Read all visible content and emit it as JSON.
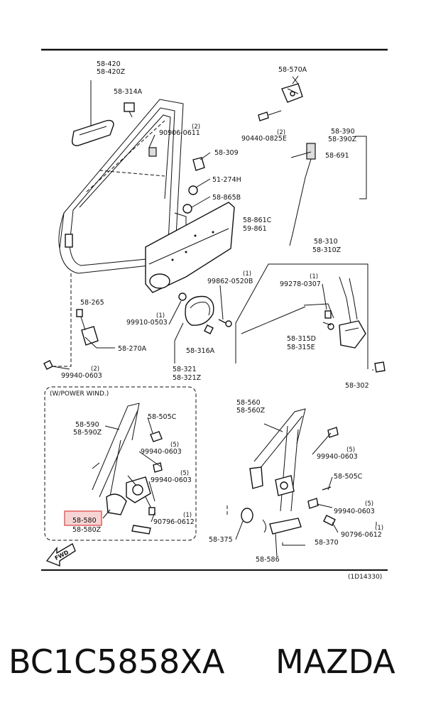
{
  "diagram": {
    "ref_code": "(1D14330)",
    "fwd_label": "FWD",
    "power_window_note": "(W/POWER WIND.)",
    "highlight_color": "#e06060",
    "labels": {
      "l_58_420": "58-420",
      "l_58_420z": "58-420Z",
      "l_58_314a": "58-314A",
      "l_58_570a": "58-570A",
      "l_90440": "90440-0825E",
      "q_90440": "(2)",
      "l_90906": "90906-0611",
      "q_90906": "(2)",
      "l_58_309": "58-309",
      "l_51_274h": "51-274H",
      "l_58_865b": "58-865B",
      "l_58_390": "58-390",
      "l_58_390z": "58-390Z",
      "l_58_691": "58-691",
      "l_58_861c": "58-861C",
      "l_59_861": "59-861",
      "l_58_310": "58-310",
      "l_58_310z": "58-310Z",
      "l_99862": "99862-0520B",
      "q_99862": "(1)",
      "l_99278": "99278-0307",
      "q_99278": "(1)",
      "l_58_265": "58-265",
      "l_99910": "99910-0503",
      "q_99910": "(1)",
      "l_58_270a": "58-270A",
      "l_58_316a": "58-316A",
      "l_58_315d": "58-315D",
      "l_58_315e": "58-315E",
      "l_99940_top": "99940-0603",
      "q_99940_top": "(2)",
      "l_58_321": "58-321",
      "l_58_321z": "58-321Z",
      "l_58_302": "58-302",
      "l_58_590": "58-590",
      "l_58_590z": "58-590Z",
      "l_58_505c_l": "58-505C",
      "l_99940_l1": "99940-0603",
      "q_99940_l1": "(5)",
      "l_99940_l2": "99940-0603",
      "q_99940_l2": "(5)",
      "l_58_580": "58-580",
      "l_58_580z": "58-580Z",
      "l_90796_l": "90796-0612",
      "q_90796_l": "(1)",
      "l_58_560": "58-560",
      "l_58_560z": "58-560Z",
      "l_99940_r1": "99940-0603",
      "q_99940_r1": "(5)",
      "l_58_505c_r": "58-505C",
      "l_99940_r2": "99940-0603",
      "q_99940_r2": "(5)",
      "l_90796_r": "90796-0612",
      "q_90796_r": "(1)",
      "l_58_375": "58-375",
      "l_58_586": "58-586",
      "l_58_370": "58-370"
    }
  },
  "caption": {
    "part_number": "BC1C5858XA",
    "brand": "MAZDA"
  }
}
